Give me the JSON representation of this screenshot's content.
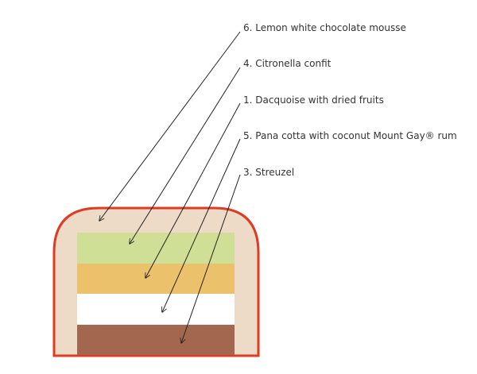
{
  "labels": [
    {
      "text": "6. Lemon white chocolate mousse",
      "layer": "mousse"
    },
    {
      "text": "4. Citronella confit",
      "layer": "confit"
    },
    {
      "text": "1. Dacquoise with dried fruits",
      "layer": "dacquoise"
    },
    {
      "text": "5. Pana cotta with coconut Mount Gay® rum",
      "layer": "panacotta"
    },
    {
      "text": "3. Streuzel",
      "layer": "streuzel"
    }
  ],
  "colors": {
    "outline": "#e03a22",
    "mousse": "#eddac7",
    "confit": "#cfe096",
    "dacquoise": "#ecc16c",
    "panacotta": "#ffffff",
    "streuzel": "#a3664f",
    "arrow": "#222222"
  }
}
